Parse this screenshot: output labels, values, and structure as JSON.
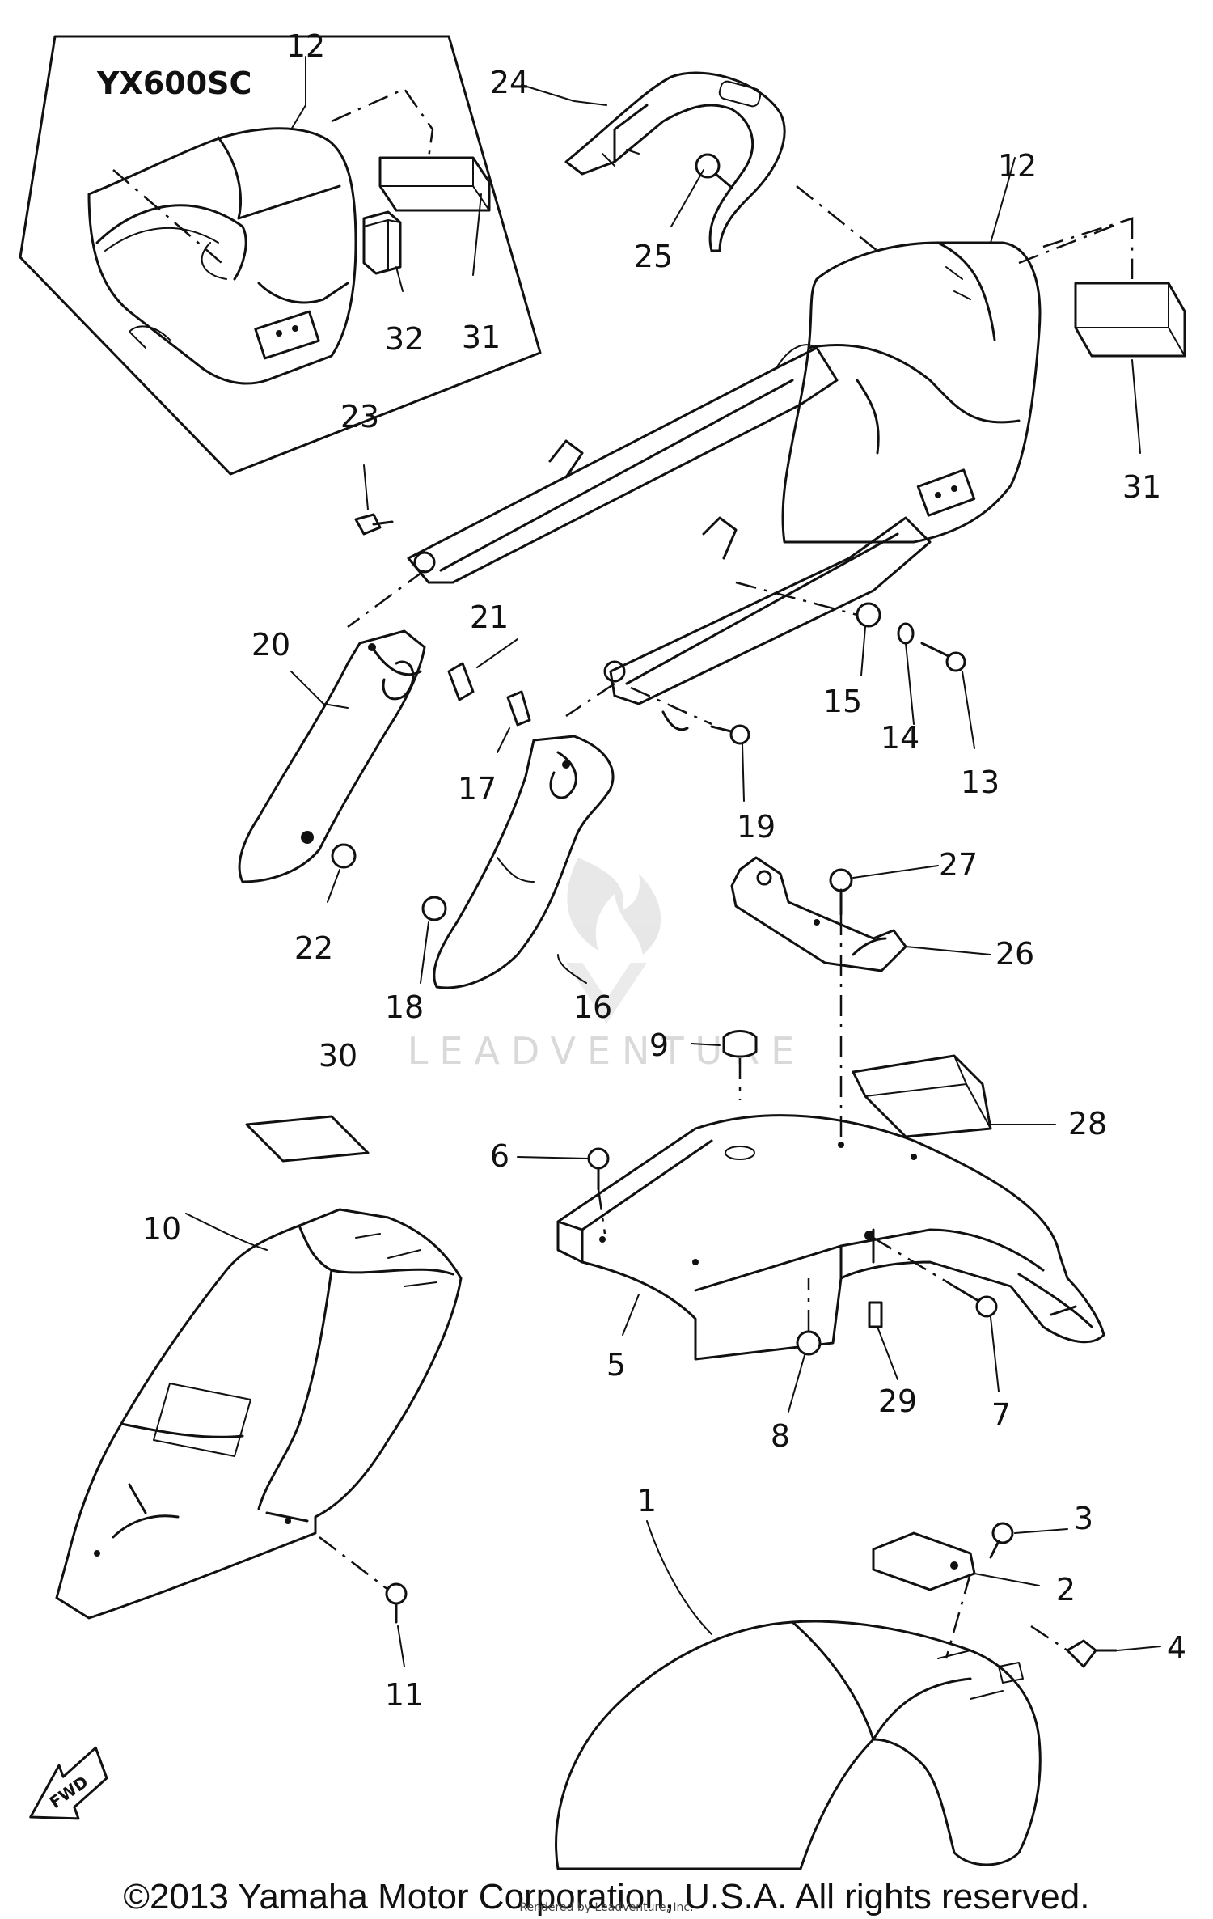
{
  "diagram": {
    "model_label": "YX600SC",
    "fwd_label": "FWD",
    "watermark": "LEADVENTURE",
    "part_numbers": {
      "p1": "1",
      "p2": "2",
      "p3": "3",
      "p4": "4",
      "p5": "5",
      "p6": "6",
      "p7": "7",
      "p8": "8",
      "p9": "9",
      "p10": "10",
      "p11": "11",
      "p12a": "12",
      "p12b": "12",
      "p13": "13",
      "p14": "14",
      "p15": "15",
      "p16": "16",
      "p17": "17",
      "p18": "18",
      "p19": "19",
      "p20": "20",
      "p21": "21",
      "p22": "22",
      "p23": "23",
      "p24": "24",
      "p25": "25",
      "p26": "26",
      "p27": "27",
      "p28": "28",
      "p29": "29",
      "p30": "30",
      "p31a": "31",
      "p31b": "31",
      "p32": "32"
    }
  },
  "footer": {
    "copyright": "©2013 Yamaha Motor Corporation, U.S.A. All rights reserved.",
    "rendered_by": "Rendered by LeadVenture, Inc."
  }
}
